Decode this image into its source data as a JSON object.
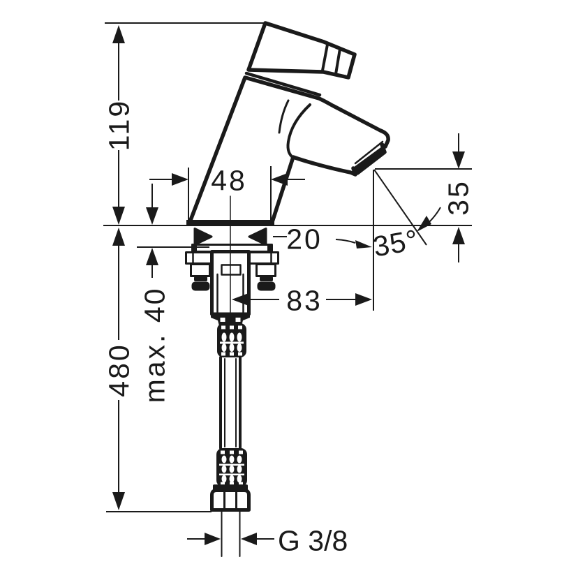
{
  "drawing": {
    "background_color": "#ffffff",
    "line_color": "#1a1a1a",
    "dimensions": {
      "height_to_top": {
        "label": "119"
      },
      "body_width": {
        "label": "48"
      },
      "outlet_offset": {
        "label": "20"
      },
      "spout_reach": {
        "label": "83"
      },
      "outlet_height": {
        "label": "35"
      },
      "spout_angle": {
        "label": "35°"
      },
      "max_deck_thickness": {
        "label": "max. 40"
      },
      "hose_length": {
        "label": "480"
      },
      "thread_size": {
        "label": "G 3/8"
      }
    }
  }
}
